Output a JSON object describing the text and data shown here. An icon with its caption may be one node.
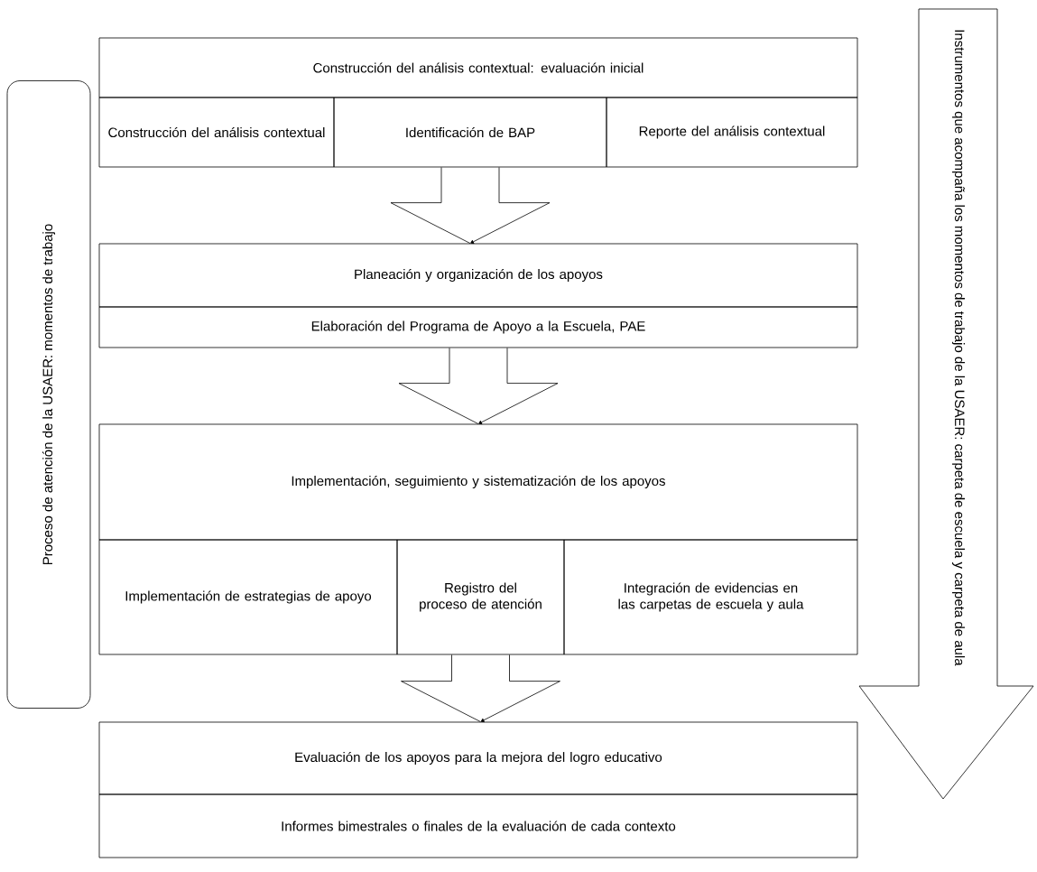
{
  "diagram": {
    "nodes": [
      {
        "text": [
          "Proceso de atención de la USAER: momentos de trabajo"
        ]
      },
      {
        "text": [
          "Construcción del análisis contextual: evaluación inicial"
        ]
      },
      {
        "text": [
          "Construcción del análisis contextual"
        ]
      },
      {
        "text": [
          "Identificación de BAP"
        ]
      },
      {
        "text": [
          "Reporte del análisis contextual"
        ]
      },
      {
        "text": [
          "Planeación y organización de los apoyos"
        ]
      },
      {
        "text": [
          "Elaboración del Programa de Apoyo a la Escuela, PAE"
        ]
      },
      {
        "text": [
          "Implementación, seguimiento y sistematización de los apoyos"
        ]
      },
      {
        "text": [
          "Implementación de estrategias de apoyo"
        ]
      },
      {
        "text": [
          "Registro del proceso de atención"
        ]
      },
      {
        "text": [
          "Integración de evidencias en las carpetas de escuela y aula"
        ]
      },
      {
        "text": [
          "Evaluación de los apoyos para la mejora del logro educativo"
        ]
      },
      {
        "text": [
          "Informes bimestrales o finales de la evaluación de cada contexto"
        ]
      },
      {
        "text": [
          "Instrumentos que acompaña los momentos de trabajo de la USAER: carpeta de escuela y carpeta de aula"
        ]
      }
    ],
    "edges": [
      {
        "from": 3,
        "to": 5,
        "arrow": "to"
      },
      {
        "from": 6,
        "to": 7,
        "arrow": "to"
      },
      {
        "from": 9,
        "to": 11,
        "arrow": "to"
      }
    ]
  }
}
